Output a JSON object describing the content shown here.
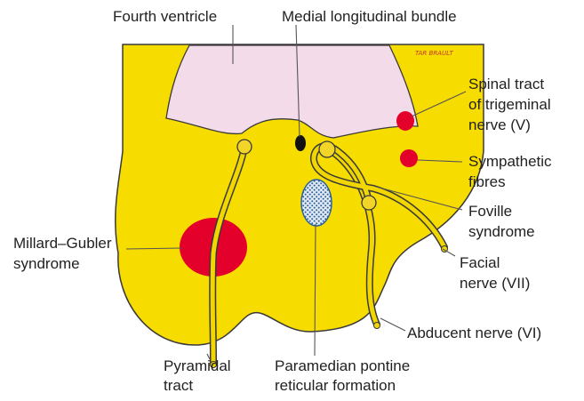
{
  "labels": {
    "fourth_ventricle": "Fourth ventricle",
    "medial_longitudinal_bundle": "Medial longitudinal bundle",
    "spinal_tract": [
      "Spinal tract",
      "of trigeminal",
      "nerve (V)"
    ],
    "sympathetic_fibres": [
      "Sympathetic",
      "fibres"
    ],
    "foville_syndrome": [
      "Foville",
      "syndrome"
    ],
    "millard_gubler_syndrome": [
      "Millard–Gubler",
      "syndrome"
    ],
    "facial_nerve": [
      "Facial",
      "nerve (VII)"
    ],
    "abducent_nerve": "Abducent nerve (VI)",
    "pyramidal_tract": [
      "Pyramidal",
      "tract"
    ],
    "paramedian_pontine": [
      "Paramedian pontine",
      "reticular formation"
    ]
  },
  "signature": "TAR BRAULT",
  "colors": {
    "pons_yellow": "#f7dc00",
    "outline": "#3a3a3a",
    "ventricle_pink": "#f4dbe9",
    "lesion_red": "#e3002a",
    "nerve_yellow": "#f2d600",
    "nucleus_yellow": "#f3d52a",
    "stipple_blue": "#2b5f9a",
    "mlf_black": "#111111"
  }
}
